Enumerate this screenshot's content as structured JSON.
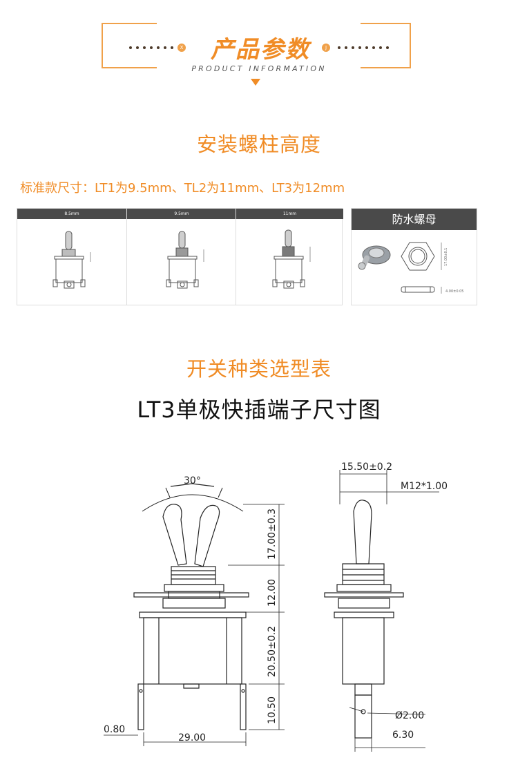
{
  "header": {
    "title": "产品参数",
    "subtitle": "PRODUCT INFORMATION",
    "badge_left": "X",
    "badge_right": "J"
  },
  "section1": {
    "title": "安装螺柱高度",
    "spec_text": "标准款尺寸：LT1为9.5mm、TL2为11mm、LT3为12mm"
  },
  "height_panels": [
    {
      "label": "8.5mm"
    },
    {
      "label": "9.5mm"
    },
    {
      "label": "11mm"
    }
  ],
  "nut_panel": {
    "title": "防水螺母",
    "dim_height": "17.00±0.1",
    "dim_thickness": "4.00±0.05"
  },
  "section2": {
    "title": "开关种类选型表",
    "drawing_title": "LT3单极快插端子尺寸图"
  },
  "drawing": {
    "angle": "30°",
    "lever_length": "17.00±0.3",
    "bushing_height": "12.00",
    "body_height": "20.50±0.2",
    "terminal_length": "10.50",
    "terminal_thickness": "0.80",
    "body_width": "29.00",
    "side_width": "15.50±0.2",
    "thread": "M12*1.00",
    "hole_dia": "Ø2.00",
    "terminal_width": "6.30"
  },
  "colors": {
    "accent": "#f08c26",
    "bracket": "#f0a14a",
    "panel_header": "#4a4a4a",
    "line": "#222222"
  }
}
